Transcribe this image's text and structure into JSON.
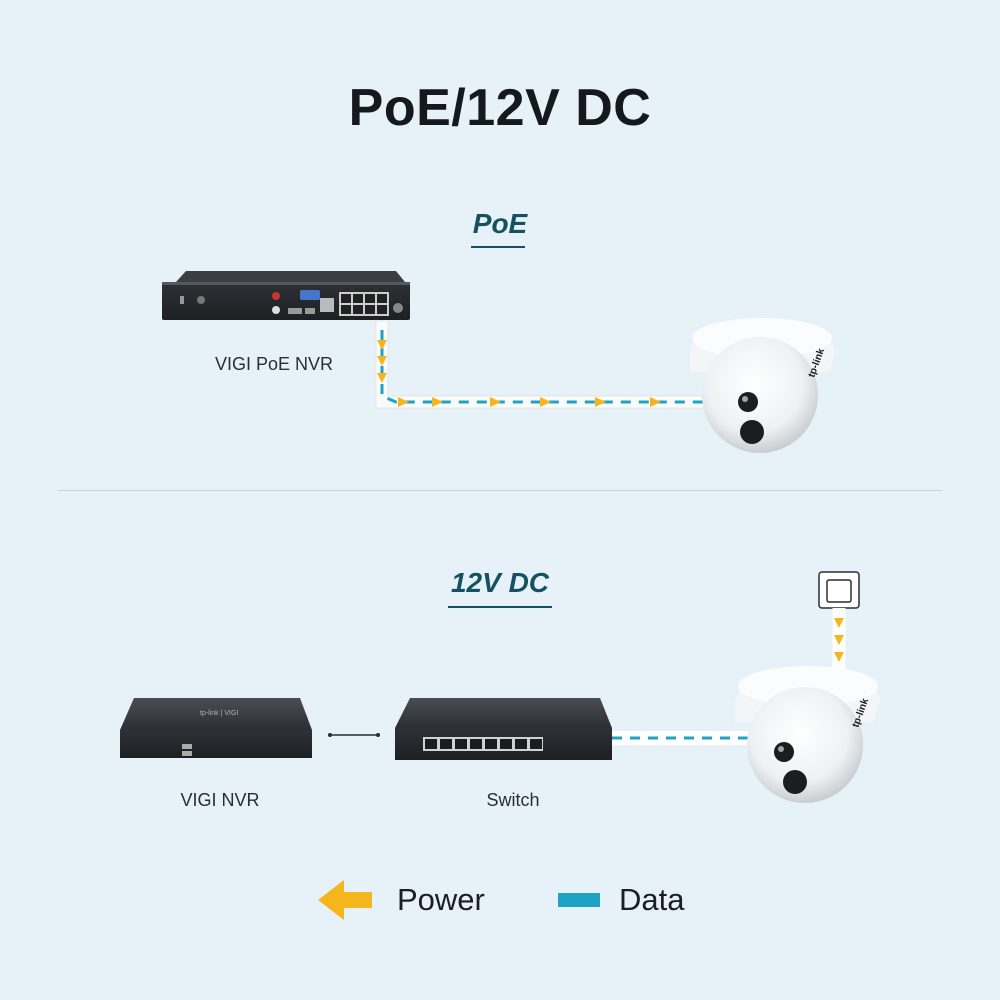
{
  "title": "PoE/12V DC",
  "sections": {
    "poe": {
      "title": "PoE",
      "nvr_label": "VIGI PoE NVR"
    },
    "dc": {
      "title": "12V DC",
      "nvr_label": "VIGI NVR",
      "switch_label": "Switch"
    }
  },
  "legend": {
    "power_label": "Power",
    "data_label": "Data"
  },
  "device_marks": {
    "camera_logo": "tp-link",
    "nvr_brand": "tp-link | VIGI"
  },
  "colors": {
    "background": "#e7f1f8",
    "power": "#f5b51c",
    "data": "#1fa3c4",
    "accent": "#155160",
    "device": "#2a2d31"
  }
}
